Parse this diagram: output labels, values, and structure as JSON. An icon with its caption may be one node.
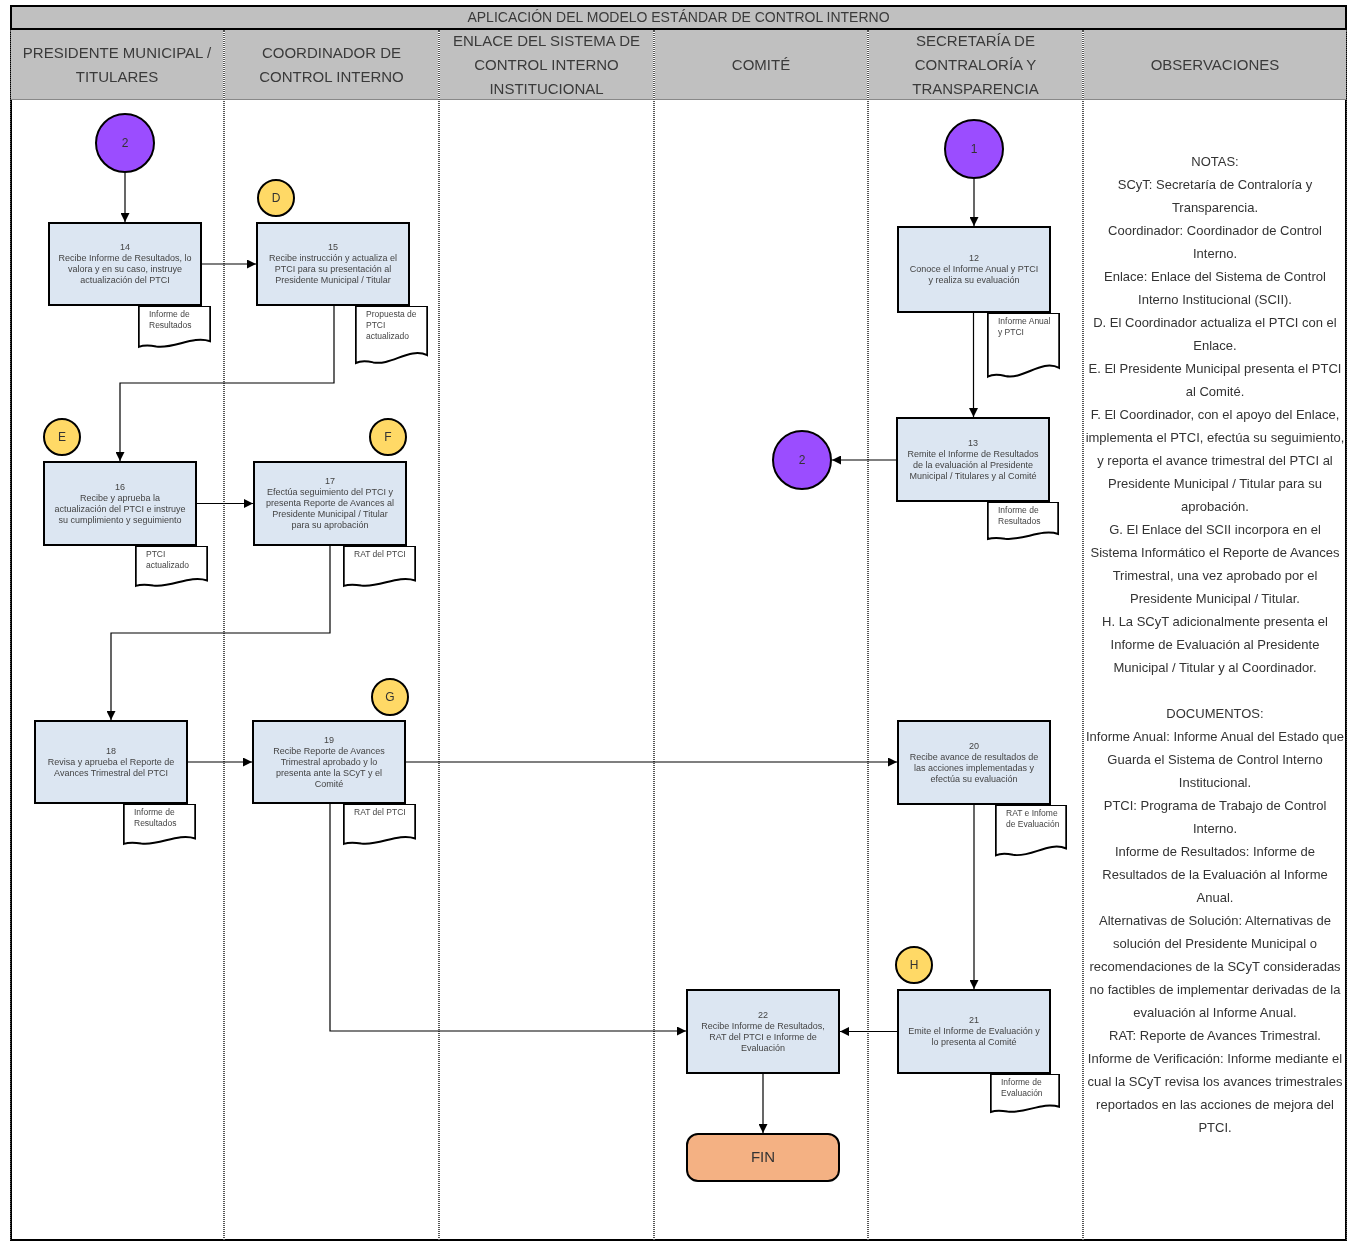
{
  "diagram": {
    "title": "APLICACIÓN DEL MODELO ESTÁNDAR DE CONTROL INTERNO",
    "nodes": [
      {
        "text": [
          "2"
        ]
      },
      {
        "text": [
          "14",
          "Recibe Informe de Resultados, lo valora y en su caso, instruye actualización del PTCI"
        ]
      },
      {
        "text": [
          "Informe de Resultados"
        ]
      },
      {
        "text": [
          "D"
        ]
      },
      {
        "text": [
          "15",
          "Recibe instrucción y actualiza el PTCI para su presentación al Presidente Municipal / Titular"
        ]
      },
      {
        "text": [
          "Propuesta de PTCI actualizado"
        ]
      },
      {
        "text": [
          "E"
        ]
      },
      {
        "text": [
          "16",
          "Recibe y aprueba la actualización del PTCI e instruye su cumplimiento y seguimiento"
        ]
      },
      {
        "text": [
          "PTCI actualizado"
        ]
      },
      {
        "text": [
          "F"
        ]
      },
      {
        "text": [
          "17",
          "Efectúa seguimiento del PTCI y presenta Reporte de Avances al Presidente Municipal / Titular para su aprobación"
        ]
      },
      {
        "text": [
          "RAT del PTCI"
        ]
      },
      {
        "text": [
          "G"
        ]
      },
      {
        "text": [
          "18",
          "Revisa y aprueba el Reporte de Avances Trimestral del PTCI"
        ]
      },
      {
        "text": [
          "Informe de Resultados"
        ]
      },
      {
        "text": [
          "19",
          "Recibe Reporte de Avances Trimestral aprobado y lo presenta ante la SCyT y el Comité"
        ]
      },
      {
        "text": [
          "RAT del PTCI"
        ]
      },
      {
        "text": [
          "1"
        ]
      },
      {
        "text": [
          "12",
          "Conoce el Informe Anual y PTCI y realiza su evaluación"
        ]
      },
      {
        "text": [
          "Informe Anual y PTCI"
        ]
      },
      {
        "text": [
          "13",
          "Remite el Informe de Resultados de la evaluación al Presidente Municipal / Titulares y al Comité"
        ]
      },
      {
        "text": [
          "Informe de Resultados"
        ]
      },
      {
        "text": [
          "2"
        ]
      },
      {
        "text": [
          "20",
          "Recibe avance de resultados de las acciones implementadas y efectúa su evaluación"
        ]
      },
      {
        "text": [
          "RAT e Infome de Evaluación"
        ]
      },
      {
        "text": [
          "H"
        ]
      },
      {
        "text": [
          "21",
          "Emite el Informe de Evaluación y lo presenta al Comité"
        ]
      },
      {
        "text": [
          "Informe de Evaluación"
        ]
      },
      {
        "text": [
          "22",
          "Recibe Informe de Resultados, RAT del PTCI e Informe de Evaluación"
        ]
      },
      {
        "text": [
          "FIN"
        ]
      }
    ],
    "edges": [
      {
        "from": 0,
        "to": 1,
        "arrow": "to"
      },
      {
        "from": 1,
        "to": 4,
        "arrow": "to"
      },
      {
        "from": 4,
        "to": 7,
        "arrow": "to"
      },
      {
        "from": 7,
        "to": 10,
        "arrow": "to"
      },
      {
        "from": 10,
        "to": 13,
        "arrow": "to"
      },
      {
        "from": 13,
        "to": 15,
        "arrow": "to"
      },
      {
        "from": 15,
        "to": 23,
        "arrow": "to"
      },
      {
        "from": 15,
        "to": 28,
        "arrow": "to"
      },
      {
        "from": 17,
        "to": 18,
        "arrow": "to"
      },
      {
        "from": 18,
        "to": 20,
        "arrow": "to"
      },
      {
        "from": 20,
        "to": 22,
        "arrow": "to"
      },
      {
        "from": 23,
        "to": 26,
        "arrow": "to"
      },
      {
        "from": 26,
        "to": 28,
        "arrow": "to"
      },
      {
        "from": 28,
        "to": 29,
        "arrow": "to"
      }
    ],
    "labels": [
      "PRESIDENTE MUNICIPAL / TITULARES",
      "COORDINADOR DE CONTROL INTERNO",
      "ENLACE DEL SISTEMA DE CONTROL INTERNO INSTITUCIONAL",
      "COMITÉ",
      "SECRETARÍA DE CONTRALORÍA Y TRANSPARENCIA",
      "OBSERVACIONES",
      "NOTAS:",
      "SCyT: Secretaría de Contraloría y Transparencia.",
      "Coordinador: Coordinador de Control Interno.",
      "Enlace: Enlace del Sistema de Control Interno Institucional (SCII).",
      "D. El Coordinador actualiza el PTCI con el Enlace.",
      "E. El Presidente Municipal presenta el PTCI al Comité.",
      "F. El Coordinador, con el apoyo del Enlace, implementa el PTCI, efectúa su seguimiento, y reporta el avance trimestral del PTCI al Presidente Municipal / Titular para su aprobación.",
      "G. El Enlace del SCII incorpora en el Sistema Informático el Reporte de Avances Trimestral, una vez aprobado por el Presidente Municipal / Titular.",
      "H. La SCyT adicionalmente presenta el Informe de Evaluación al Presidente Municipal / Titular y al Coordinador.",
      "DOCUMENTOS:",
      "Informe Anual: Informe Anual del Estado que Guarda el Sistema de Control Interno Institucional.",
      "PTCI: Programa de Trabajo de Control Interno.",
      "Informe de Resultados: Informe de Resultados de la Evaluación al Informe Anual.",
      "Alternativas de Solución: Alternativas de solución del Presidente Municipal o recomendaciones de la SCyT consideradas no factibles de implementar derivadas de la evaluación al Informe Anual.",
      "RAT: Reporte de Avances Trimestral.",
      "Informe de Verificación: Informe mediante el cual la SCyT revisa los avances trimestrales reportados en las acciones de mejora del PTCI."
    ]
  }
}
